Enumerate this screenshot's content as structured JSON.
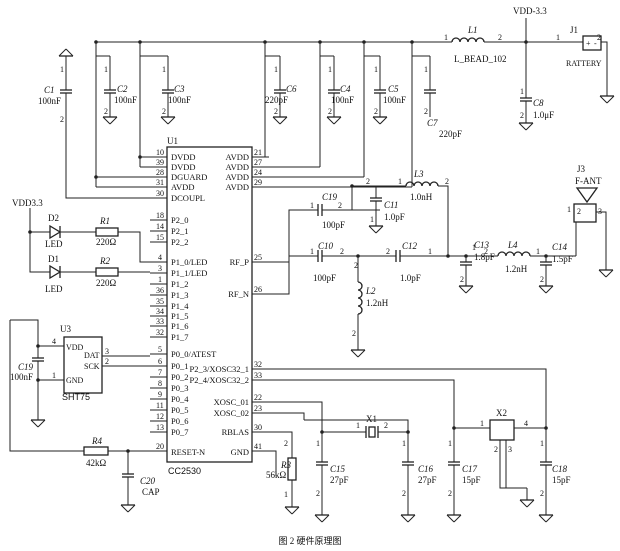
{
  "caption": "图 2   硬件原理图",
  "chip": {
    "ref": "U1",
    "name": "CC2530",
    "left_pins": [
      {
        "num": "10",
        "name": "DVDD"
      },
      {
        "num": "39",
        "name": "DVDD"
      },
      {
        "num": "28",
        "name": "DGUARD"
      },
      {
        "num": "31",
        "name": "AVDD"
      },
      {
        "num": "30",
        "name": "DCOUPL"
      },
      {
        "num": "18",
        "name": "P2_0"
      },
      {
        "num": "14",
        "name": "P2_1"
      },
      {
        "num": "15",
        "name": "P2_2"
      },
      {
        "num": "4",
        "name": "P1_0/LED"
      },
      {
        "num": "3",
        "name": "P1_1/LED"
      },
      {
        "num": "1",
        "name": "P1_2"
      },
      {
        "num": "36",
        "name": "P1_3"
      },
      {
        "num": "35",
        "name": "P1_4"
      },
      {
        "num": "34",
        "name": "P1_5"
      },
      {
        "num": "33",
        "name": "P1_6"
      },
      {
        "num": "32",
        "name": "P1_7"
      },
      {
        "num": "5",
        "name": "P0_0/ATEST"
      },
      {
        "num": "6",
        "name": "P0_1"
      },
      {
        "num": "7",
        "name": "P0_2"
      },
      {
        "num": "8",
        "name": "P0_3"
      },
      {
        "num": "9",
        "name": "P0_4"
      },
      {
        "num": "11",
        "name": "P0_5"
      },
      {
        "num": "12",
        "name": "P0_6"
      },
      {
        "num": "13",
        "name": "P0_7"
      },
      {
        "num": "20",
        "name": "RESET-N"
      }
    ],
    "right_pins": [
      {
        "num": "21",
        "name": "AVDD"
      },
      {
        "num": "27",
        "name": "AVDD"
      },
      {
        "num": "24",
        "name": "AVDD"
      },
      {
        "num": "29",
        "name": "AVDD"
      },
      {
        "num": "25",
        "name": "RF_P"
      },
      {
        "num": "26",
        "name": "RF_N"
      },
      {
        "num": "32",
        "name": "P2_3/XOSC32_1"
      },
      {
        "num": "33",
        "name": "P2_4/XOSC32_2"
      },
      {
        "num": "22",
        "name": "XOSC_01"
      },
      {
        "num": "23",
        "name": "XOSC_02"
      },
      {
        "num": "30",
        "name": "RBLAS"
      },
      {
        "num": "41",
        "name": "GND"
      }
    ]
  },
  "power": {
    "vdd_top": "VDD-3.3",
    "vdd_left": "VDD3.3",
    "bead_ref": "L1",
    "bead_name": "L_BEAD_102",
    "battery_ref": "J1",
    "battery_name": "RATTERY",
    "battery_plus": "+",
    "battery_minus": "-"
  },
  "caps": [
    {
      "ref": "C1",
      "value": "100nF"
    },
    {
      "ref": "C2",
      "value": "100nF"
    },
    {
      "ref": "C3",
      "value": "100nF"
    },
    {
      "ref": "C6",
      "value": "220pF"
    },
    {
      "ref": "C4",
      "value": "100nF"
    },
    {
      "ref": "C5",
      "value": "100nF"
    },
    {
      "ref": "C7",
      "value": "220pF"
    },
    {
      "ref": "C8",
      "value": "1.0μF"
    },
    {
      "ref": "C19",
      "value": "100pF"
    },
    {
      "ref": "C11",
      "value": "1.0pF"
    },
    {
      "ref": "C10",
      "value": "100pF"
    },
    {
      "ref": "C12",
      "value": "1.0pF"
    },
    {
      "ref": "C13",
      "value": "1.8pF"
    },
    {
      "ref": "C14",
      "value": "1.5pF"
    },
    {
      "ref": "C19",
      "value": "100nF"
    },
    {
      "ref": "C20",
      "value": "CAP"
    },
    {
      "ref": "C15",
      "value": "27pF"
    },
    {
      "ref": "C16",
      "value": "27pF"
    },
    {
      "ref": "C17",
      "value": "15pF"
    },
    {
      "ref": "C18",
      "value": "15pF"
    }
  ],
  "inductors": [
    {
      "ref": "L3",
      "value": "1.0nH"
    },
    {
      "ref": "L4",
      "value": "1.2nH"
    },
    {
      "ref": "L2",
      "value": "1.2nH"
    }
  ],
  "resistors": [
    {
      "ref": "R1",
      "value": "220Ω"
    },
    {
      "ref": "R2",
      "value": "220Ω"
    },
    {
      "ref": "R4",
      "value": "42kΩ"
    },
    {
      "ref": "R3",
      "value": "56kΩ"
    }
  ],
  "leds": [
    {
      "ref": "D2",
      "value": "LED"
    },
    {
      "ref": "D1",
      "value": "LED"
    }
  ],
  "antenna": {
    "ref": "J3",
    "name": "F-ANT"
  },
  "crystals": [
    {
      "ref": "X1"
    },
    {
      "ref": "X2"
    }
  ],
  "sensor": {
    "ref": "U3",
    "name": "SHT75",
    "pins": [
      {
        "num": "4",
        "name": "VDD"
      },
      {
        "num": "3",
        "name": "DAT"
      },
      {
        "num": "2",
        "name": "SCK"
      },
      {
        "num": "1",
        "name": "GND"
      }
    ]
  }
}
